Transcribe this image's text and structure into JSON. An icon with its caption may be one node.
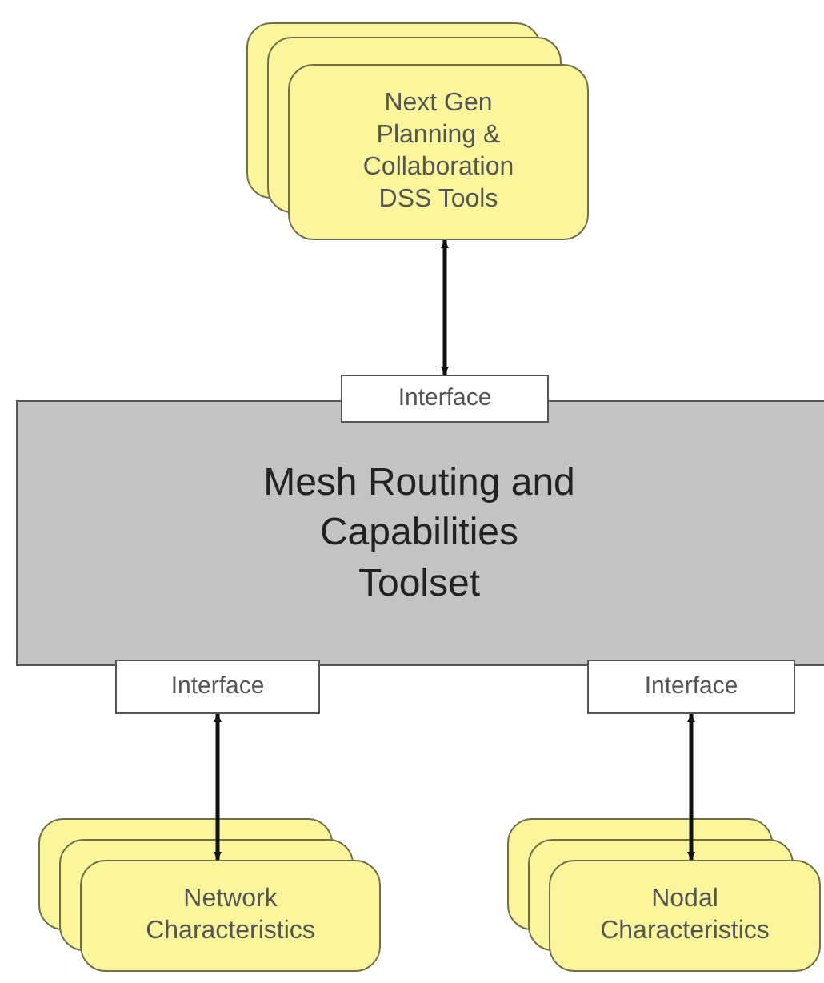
{
  "diagram": {
    "nodes": [
      {
        "text": [
          "Next Gen Planning & Collaboration DSS Tools"
        ]
      },
      {
        "text": [
          "Interface"
        ]
      },
      {
        "text": [
          "Mesh Routing and Capabilities Toolset"
        ]
      },
      {
        "text": [
          "Interface"
        ]
      },
      {
        "text": [
          "Interface"
        ]
      },
      {
        "text": [
          "Network Characteristics"
        ]
      },
      {
        "text": [
          "Nodal Characteristics"
        ]
      }
    ],
    "edges": [
      {
        "from": 0,
        "to": 1,
        "arrow": "both"
      },
      {
        "from": 3,
        "to": 5,
        "arrow": "both"
      },
      {
        "from": 4,
        "to": 6,
        "arrow": "both"
      }
    ]
  }
}
